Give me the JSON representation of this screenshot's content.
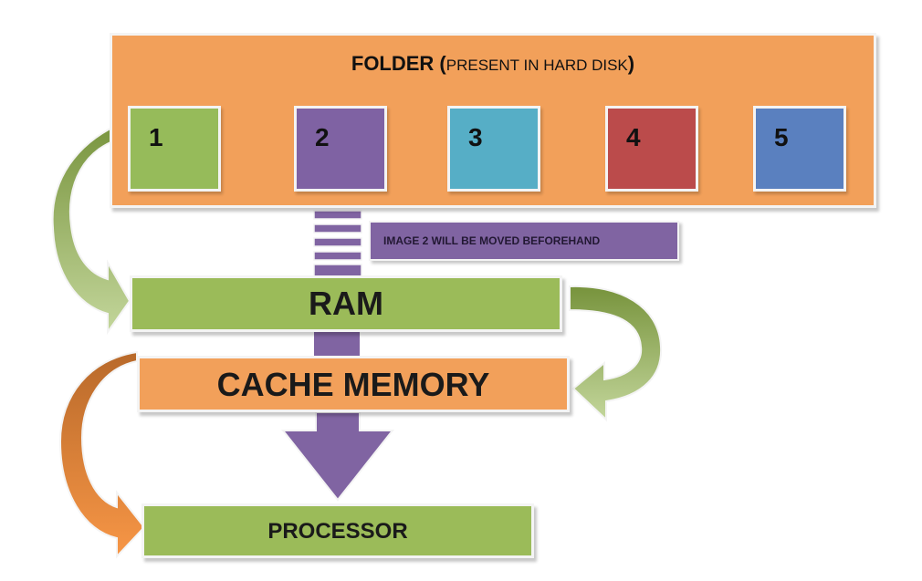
{
  "folder": {
    "title": "FOLDER (",
    "subtitle": "PRESENT IN HARD DISK",
    "close": ")",
    "items": [
      "1",
      "2",
      "3",
      "4",
      "5"
    ]
  },
  "note": "IMAGE 2 WILL BE MOVED BEFOREHAND",
  "ram": "RAM",
  "cache": "CACHE MEMORY",
  "processor": "PROCESSOR",
  "colors": {
    "folder": "#f2a05a",
    "green": "#9bbb59",
    "purple": "#8064a2",
    "cyan": "#56aec6",
    "red": "#bb4b4b",
    "blue": "#5a80bf",
    "orange": "#f2a05a"
  }
}
